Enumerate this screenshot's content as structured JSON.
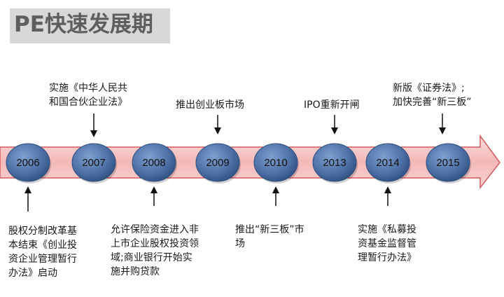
{
  "title": "PE快速发展期",
  "colors": {
    "arrow_fill": "#f6c6c6",
    "arrow_stroke": "#d65a5a",
    "node_fill": "#4f72a8",
    "node_edge": "#2f4f80",
    "title_bg": "#d8d8d8",
    "title_text": "#5e5e5e"
  },
  "timeline": {
    "years": [
      "2006",
      "2007",
      "2008",
      "2009",
      "2010",
      "2013",
      "2014",
      "2015"
    ]
  },
  "events_top": [
    {
      "id": "2007",
      "lines": [
        "实施《中华人民共",
        "和国合伙企业法》"
      ]
    },
    {
      "id": "2009",
      "lines": [
        "推出创业板市场"
      ]
    },
    {
      "id": "2013",
      "lines": [
        "IPO重新开闸"
      ]
    },
    {
      "id": "2015",
      "lines": [
        "新版《证券法》;",
        "加快完善“新三板”"
      ]
    }
  ],
  "events_bottom": [
    {
      "id": "2006",
      "lines": [
        "股权分制改革基",
        "本结束《创业投",
        "资企业管理暂行",
        "办法》启动"
      ]
    },
    {
      "id": "2008",
      "lines": [
        "允许保险资金进入非",
        "上市企业股权投资领",
        "域;商业银行开始实",
        "施并购贷款"
      ]
    },
    {
      "id": "2010",
      "lines": [
        "推出“新三板”市",
        "场"
      ]
    },
    {
      "id": "2014",
      "lines": [
        "实施《私募投",
        "资基金监督管",
        "理暂行办法》"
      ]
    }
  ]
}
